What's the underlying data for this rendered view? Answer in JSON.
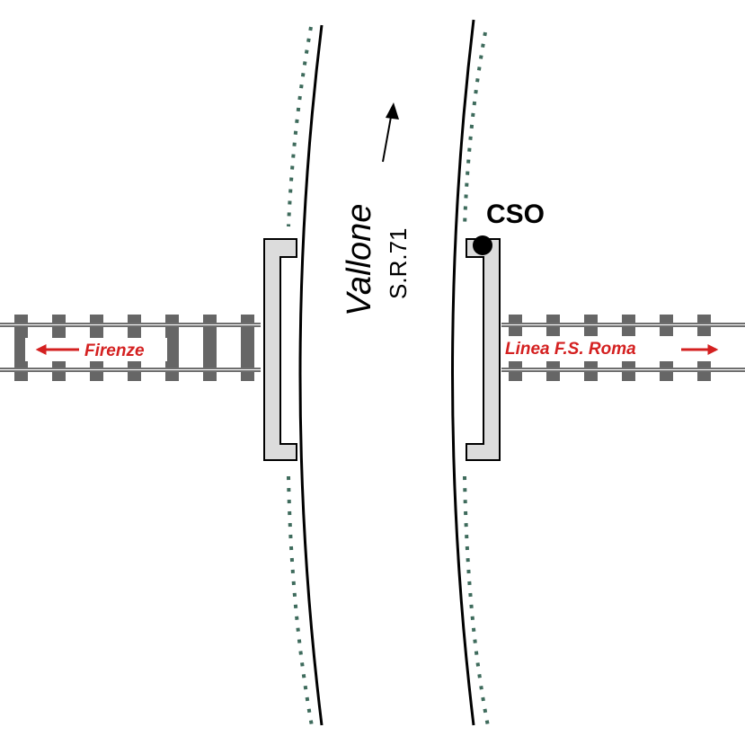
{
  "labels": {
    "valley": "Vallone",
    "road": "S.R.71",
    "station": "CSO",
    "west_destination": "Firenze",
    "east_destination": "Linea F.S. Roma"
  },
  "colors": {
    "line": "#000000",
    "rail_tie": "#666666",
    "rail": "#6e6e6e",
    "bridge_fill": "#dcdcdc",
    "bank_dots": "#3e6b5c",
    "label_red": "#d42020"
  },
  "icons": [
    "arrow-left-icon",
    "arrow-right-icon",
    "north-arrow-icon",
    "station-dot-icon"
  ]
}
